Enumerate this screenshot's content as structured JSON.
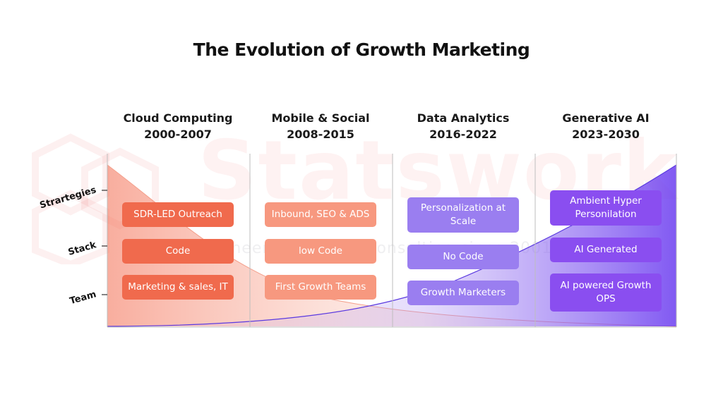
{
  "title": "The Evolution of Growth Marketing",
  "watermark": {
    "brand": "Statswork",
    "tagline": "Pioneer Statistical Consulting since 2001"
  },
  "rows": [
    "Strartegies",
    "Stack",
    "Team"
  ],
  "columns": [
    {
      "name": "Cloud Computing",
      "years": "2000-2007",
      "items": [
        "SDR-LED Outreach",
        "Code",
        "Marketing & sales, IT"
      ]
    },
    {
      "name": "Mobile & Social",
      "years": "2008-2015",
      "items": [
        "Inbound, SEO & ADS",
        "low Code",
        "First Growth Teams"
      ]
    },
    {
      "name": "Data Analytics",
      "years": "2016-2022",
      "items": [
        "Personalization at Scale",
        "No Code",
        "Growth Marketers"
      ]
    },
    {
      "name": "Generative AI",
      "years": "2023-2030",
      "items": [
        "Ambient Hyper Personilation",
        "AI Generated",
        "AI powered Growth OPS"
      ]
    }
  ],
  "colors": {
    "coral": "#f06a4d",
    "light_coral": "#f7987f",
    "lavender": "#9a7ef0",
    "violet": "#8a4ef0"
  }
}
